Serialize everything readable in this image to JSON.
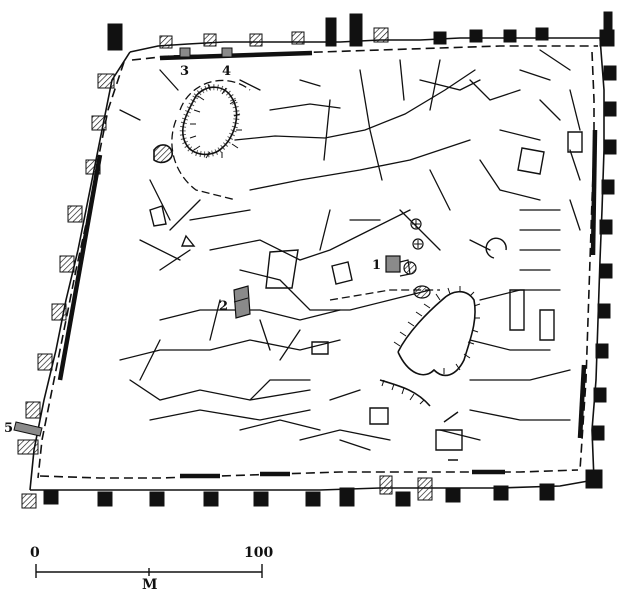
{
  "markers": {
    "m1": "1",
    "m2": "2",
    "m3": "3",
    "m4": "4",
    "m5": "5"
  },
  "scale": {
    "start": "0",
    "end": "100",
    "unit": "M"
  },
  "colors": {
    "ink": "#111111",
    "excavated_fill": "#8a8a8a",
    "paper": "#ffffff"
  }
}
